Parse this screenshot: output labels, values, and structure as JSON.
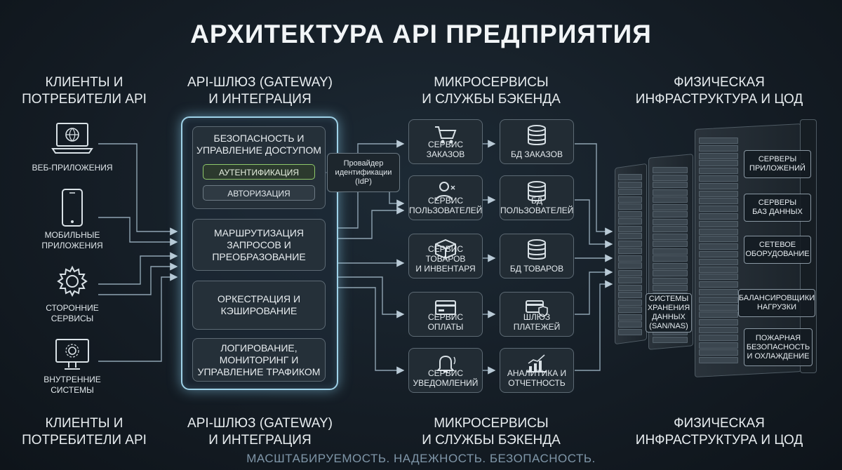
{
  "title": "АРХИТЕКТУРА API ПРЕДПРИЯТИЯ",
  "columns": {
    "clients": "КЛИЕНТЫ И\nПОТРЕБИТЕЛИ API",
    "gateway": "API-ШЛЮЗ (GATEWAY)\nИ ИНТЕГРАЦИЯ",
    "services": "МИКРОСЕРВИСЫ\nИ СЛУЖБЫ БЭКЕНДА",
    "infra": "ФИЗИЧЕСКАЯ\nИНФРАСТРУКТУРА И ЦОД"
  },
  "clients": [
    {
      "label": "ВЕБ-ПРИЛОЖЕНИЯ",
      "icon": "laptop-globe-icon"
    },
    {
      "label": "МОБИЛЬНЫЕ\nПРИЛОЖЕНИЯ",
      "icon": "smartphone-icon"
    },
    {
      "label": "СТОРОННИЕ\nСЕРВИСЫ",
      "icon": "gear-icon"
    },
    {
      "label": "ВНУТРЕННИЕ\nСИСТЕМЫ",
      "icon": "monitor-gear-icon"
    }
  ],
  "gateway": {
    "security": "БЕЗОПАСНОСТЬ И\nУПРАВЛЕНИЕ ДОСТУПОМ",
    "auth": "АУТЕНТИФИКАЦИЯ",
    "authz": "АВТОРИЗАЦИЯ",
    "routing": "МАРШРУТИЗАЦИЯ\nЗАПРОСОВ И\nПРЕОБРАЗОВАНИЕ",
    "orchestration": "ОРКЕСТРАЦИЯ И\nКЭШИРОВАНИЕ",
    "logging": "ЛОГИРОВАНИЕ,\nМОНИТОРИНГ И\nУПРАВЛЕНИЕ ТРАФИКОМ"
  },
  "idp": "Провайдер\nидентификации\n(IdP)",
  "services": [
    {
      "service": "СЕРВИС ЗАКАЗОВ",
      "service_icon": "cart-icon",
      "db": "БД ЗАКАЗОВ",
      "db_icon": "database-icon"
    },
    {
      "service": "СЕРВИС\nПОЛЬЗОВАТЕЛЕЙ",
      "service_icon": "user-icon",
      "db": "БД\nПОЛЬЗОВАТЕЛЕЙ",
      "db_icon": "database-icon"
    },
    {
      "service": "СЕРВИС ТОВАРОВ\nИ ИНВЕНТАРЯ",
      "service_icon": "box-icon",
      "db": "БД ТОВАРОВ",
      "db_icon": "database-icon"
    },
    {
      "service": "СЕРВИС ОПЛАТЫ",
      "service_icon": "credit-card-icon",
      "db": "ШЛЮЗ\nПЛАТЕЖЕЙ",
      "db_icon": "card-shield-icon"
    },
    {
      "service": "СЕРВИС\nУВЕДОМЛЕНИЙ",
      "service_icon": "bell-icon",
      "db": "АНАЛИТИКА И\nОТЧЕТНОСТЬ",
      "db_icon": "chart-icon"
    }
  ],
  "infra": {
    "app_servers": "СЕРВЕРЫ\nПРИЛОЖЕНИЙ",
    "db_servers": "СЕРВЕРЫ\nБАЗ ДАННЫХ",
    "network": "СЕТЕВОЕ\nОБОРУДОВАНИЕ",
    "balancers": "БАЛАНСИРОВЩИКИ\nНАГРУЗКИ",
    "fire": "ПОЖАРНАЯ\nБЕЗОПАСНОСТЬ\nИ ОХЛАЖДЕНИЕ",
    "storage": "СИСТЕМЫ\nХРАНЕНИЯ\nДАННЫХ\n(SAN/NAS)"
  },
  "footer_columns": {
    "clients": "КЛИЕНТЫ И\nПОТРЕБИТЕЛИ API",
    "gateway": "API-ШЛЮЗ (GATEWAY)\nИ ИНТЕГРАЦИЯ",
    "services": "МИКРОСЕРВИСЫ\nИ СЛУЖБЫ БЭКЕНДА",
    "infra": "ФИЗИЧЕСКАЯ\nИНФРАСТРУКТУРА И ЦОД"
  },
  "tagline": "МАСШТАБИРУЕМОСТЬ. НАДЕЖНОСТЬ. БЕЗОПАСНОСТЬ.",
  "colors": {
    "glow": "#9fd2e8",
    "auth_border": "#8fc96a",
    "icon": "#d9e1e6",
    "arrow": "#9fb4c2"
  }
}
